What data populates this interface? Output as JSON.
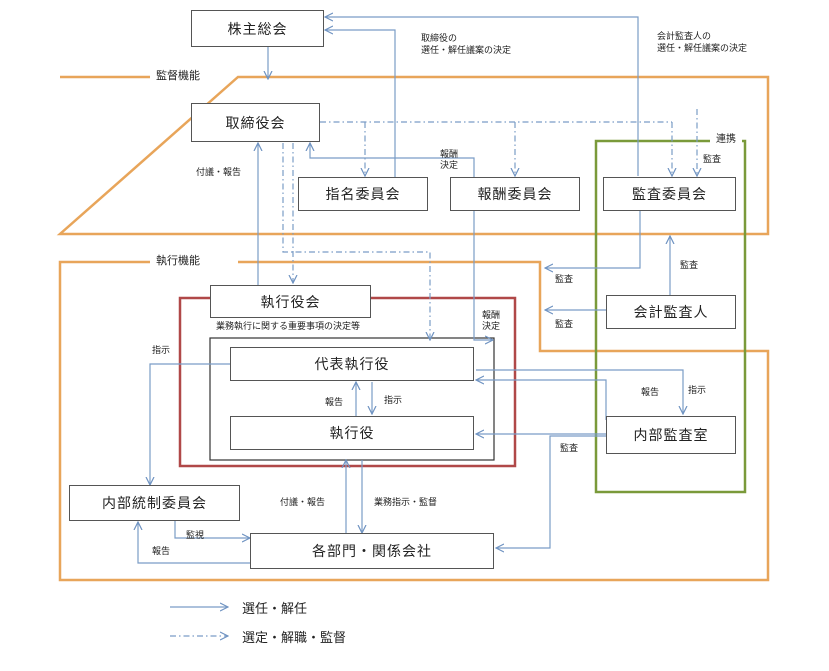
{
  "boxes": {
    "shareholders_meeting": "株主総会",
    "board": "取締役会",
    "nomination_committee": "指名委員会",
    "compensation_committee": "報酬委員会",
    "audit_committee": "監査委員会",
    "executive_board": "執行役会",
    "ceo": "代表執行役",
    "executive_officer": "執行役",
    "accounting_auditor": "会計監査人",
    "internal_audit_office": "内部監査室",
    "internal_control_committee": "内部統制委員会",
    "departments": "各部門・関係会社"
  },
  "sections": {
    "supervision": "監督機能",
    "execution": "執行機能",
    "coordination": "連携"
  },
  "labels": {
    "director_appointment_line1": "取締役の",
    "director_appointment_line2": "選任・解任議案の決定",
    "auditor_appointment_line1": "会計監査人の",
    "auditor_appointment_line2": "選任・解任議案の決定",
    "audit_top": "監査",
    "compensation_line1": "報酬",
    "compensation_line2": "決定",
    "referral_report_left": "付議・報告",
    "important_matters": "業務執行に関する重要事項の決定等",
    "instruction_left": "指示",
    "compensation2_line1": "報酬",
    "compensation2_line2": "決定",
    "audit_mid1": "監査",
    "audit_right": "監査",
    "audit_mid2": "監査",
    "report_inner": "報告",
    "instruction_inner": "指示",
    "report_right": "報告",
    "instruction_right": "指示",
    "audit_low": "監査",
    "referral_report_bottom": "付議・報告",
    "business_instruction": "業務指示・監督",
    "monitoring": "監視",
    "report_bottom": "報告"
  },
  "legend": {
    "solid": "選任・解任",
    "dashed": "選定・解職・監督"
  },
  "colors": {
    "arrow": "#7a9cc6",
    "section_border": "#e8a55a",
    "execution_inner_border": "#b04848",
    "coordination_border": "#7a9a3a",
    "box_border": "#555555"
  }
}
